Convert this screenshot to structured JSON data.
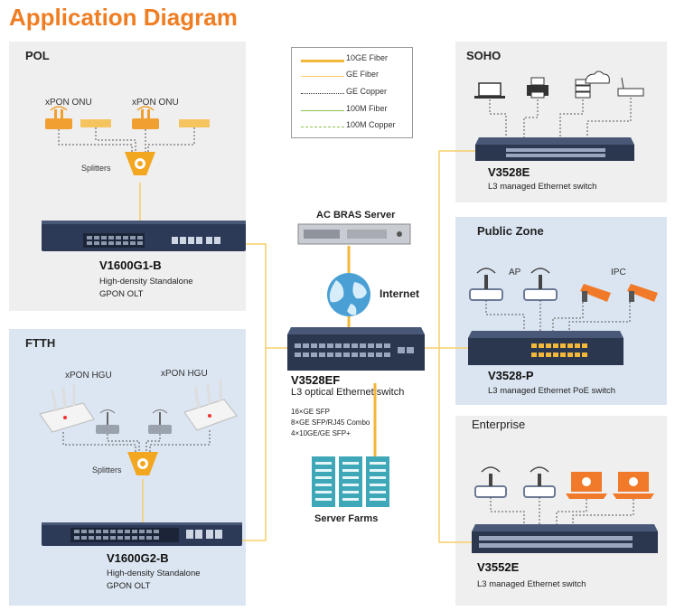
{
  "title": "Application Diagram",
  "colors": {
    "accent": "#ef7d22",
    "zone_pol": "#efefef",
    "zone_ftth": "#dce6f2",
    "zone_blue": "#dbe5f1",
    "fiber_10ge": "#f5c242",
    "fiber_ge": "#f9d98c",
    "copper_100m": "#8cbf4f",
    "switch_body": "#2f3b55"
  },
  "legend": {
    "items": [
      {
        "label": "10GE Fiber",
        "style": "thick-yellow"
      },
      {
        "label": "GE Fiber",
        "style": "yellow"
      },
      {
        "label": "GE Copper",
        "style": "dotted-black"
      },
      {
        "label": "100M Fiber",
        "style": "green"
      },
      {
        "label": "100M Copper",
        "style": "dashed-green"
      }
    ]
  },
  "zones": {
    "pol": {
      "label": "POL",
      "onu_label_1": "xPON ONU",
      "onu_label_2": "xPON ONU",
      "splitters": "Splitters",
      "device_model": "V1600G1-B",
      "device_desc_1": "High-density Standalone",
      "device_desc_2": "GPON OLT"
    },
    "ftth": {
      "label": "FTTH",
      "hgu_label_1": "xPON HGU",
      "hgu_label_2": "xPON HGU",
      "splitters": "Splitters",
      "device_model": "V1600G2-B",
      "device_desc_1": "High-density Standalone",
      "device_desc_2": "GPON OLT"
    },
    "soho": {
      "label": "SOHO",
      "device_model": "V3528E",
      "device_desc": "L3 managed Ethernet switch"
    },
    "public": {
      "label": "Public Zone",
      "ap_label": "AP",
      "ipc_label": "IPC",
      "device_model": "V3528-P",
      "device_desc": "L3 managed Ethernet PoE switch"
    },
    "enterprise": {
      "label": "Enterprise",
      "device_model": "V3552E",
      "device_desc": "L3 managed Ethernet switch"
    }
  },
  "center": {
    "bras_label": "AC BRAS Server",
    "internet_label": "Internet",
    "core_model": "V3528EF",
    "core_desc": "L3 optical Ethernet switch",
    "spec_1": "16×GE SFP",
    "spec_2": "8×GE SFP/RJ45 Combo",
    "spec_3": "4×10GE/GE SFP+",
    "server_label": "Server Farms"
  }
}
